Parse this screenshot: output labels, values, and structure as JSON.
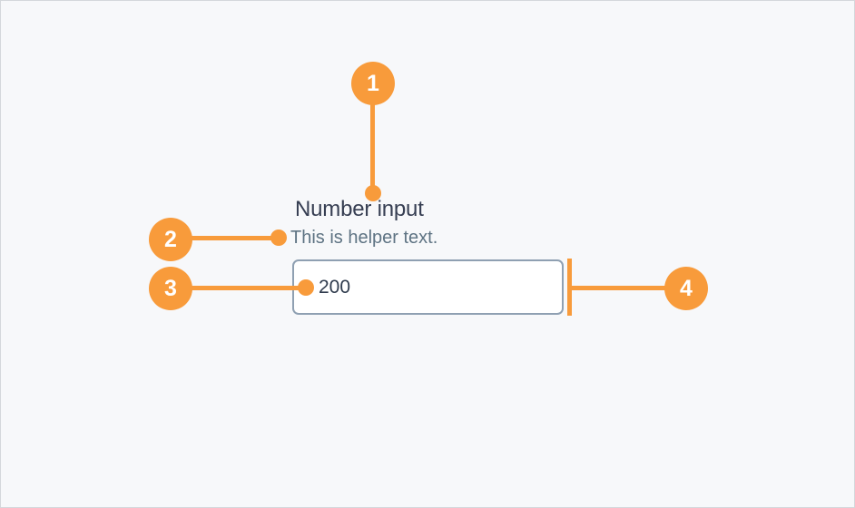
{
  "canvas": {
    "background": "#f7f8fa",
    "border_color": "#d4d7db"
  },
  "annotation": {
    "accent_color": "#f89b3b",
    "callouts": [
      {
        "number": "1",
        "target": "label"
      },
      {
        "number": "2",
        "target": "helper-text"
      },
      {
        "number": "3",
        "target": "input-value"
      },
      {
        "number": "4",
        "target": "field-edge"
      }
    ]
  },
  "component": {
    "label": "Number input",
    "helper_text": "This is helper text.",
    "input_value": "200",
    "colors": {
      "label_text": "#363e52",
      "helper_text": "#5e7383",
      "input_border": "#8fa0b2",
      "input_text": "#2f3b4d",
      "input_background": "#ffffff"
    }
  }
}
